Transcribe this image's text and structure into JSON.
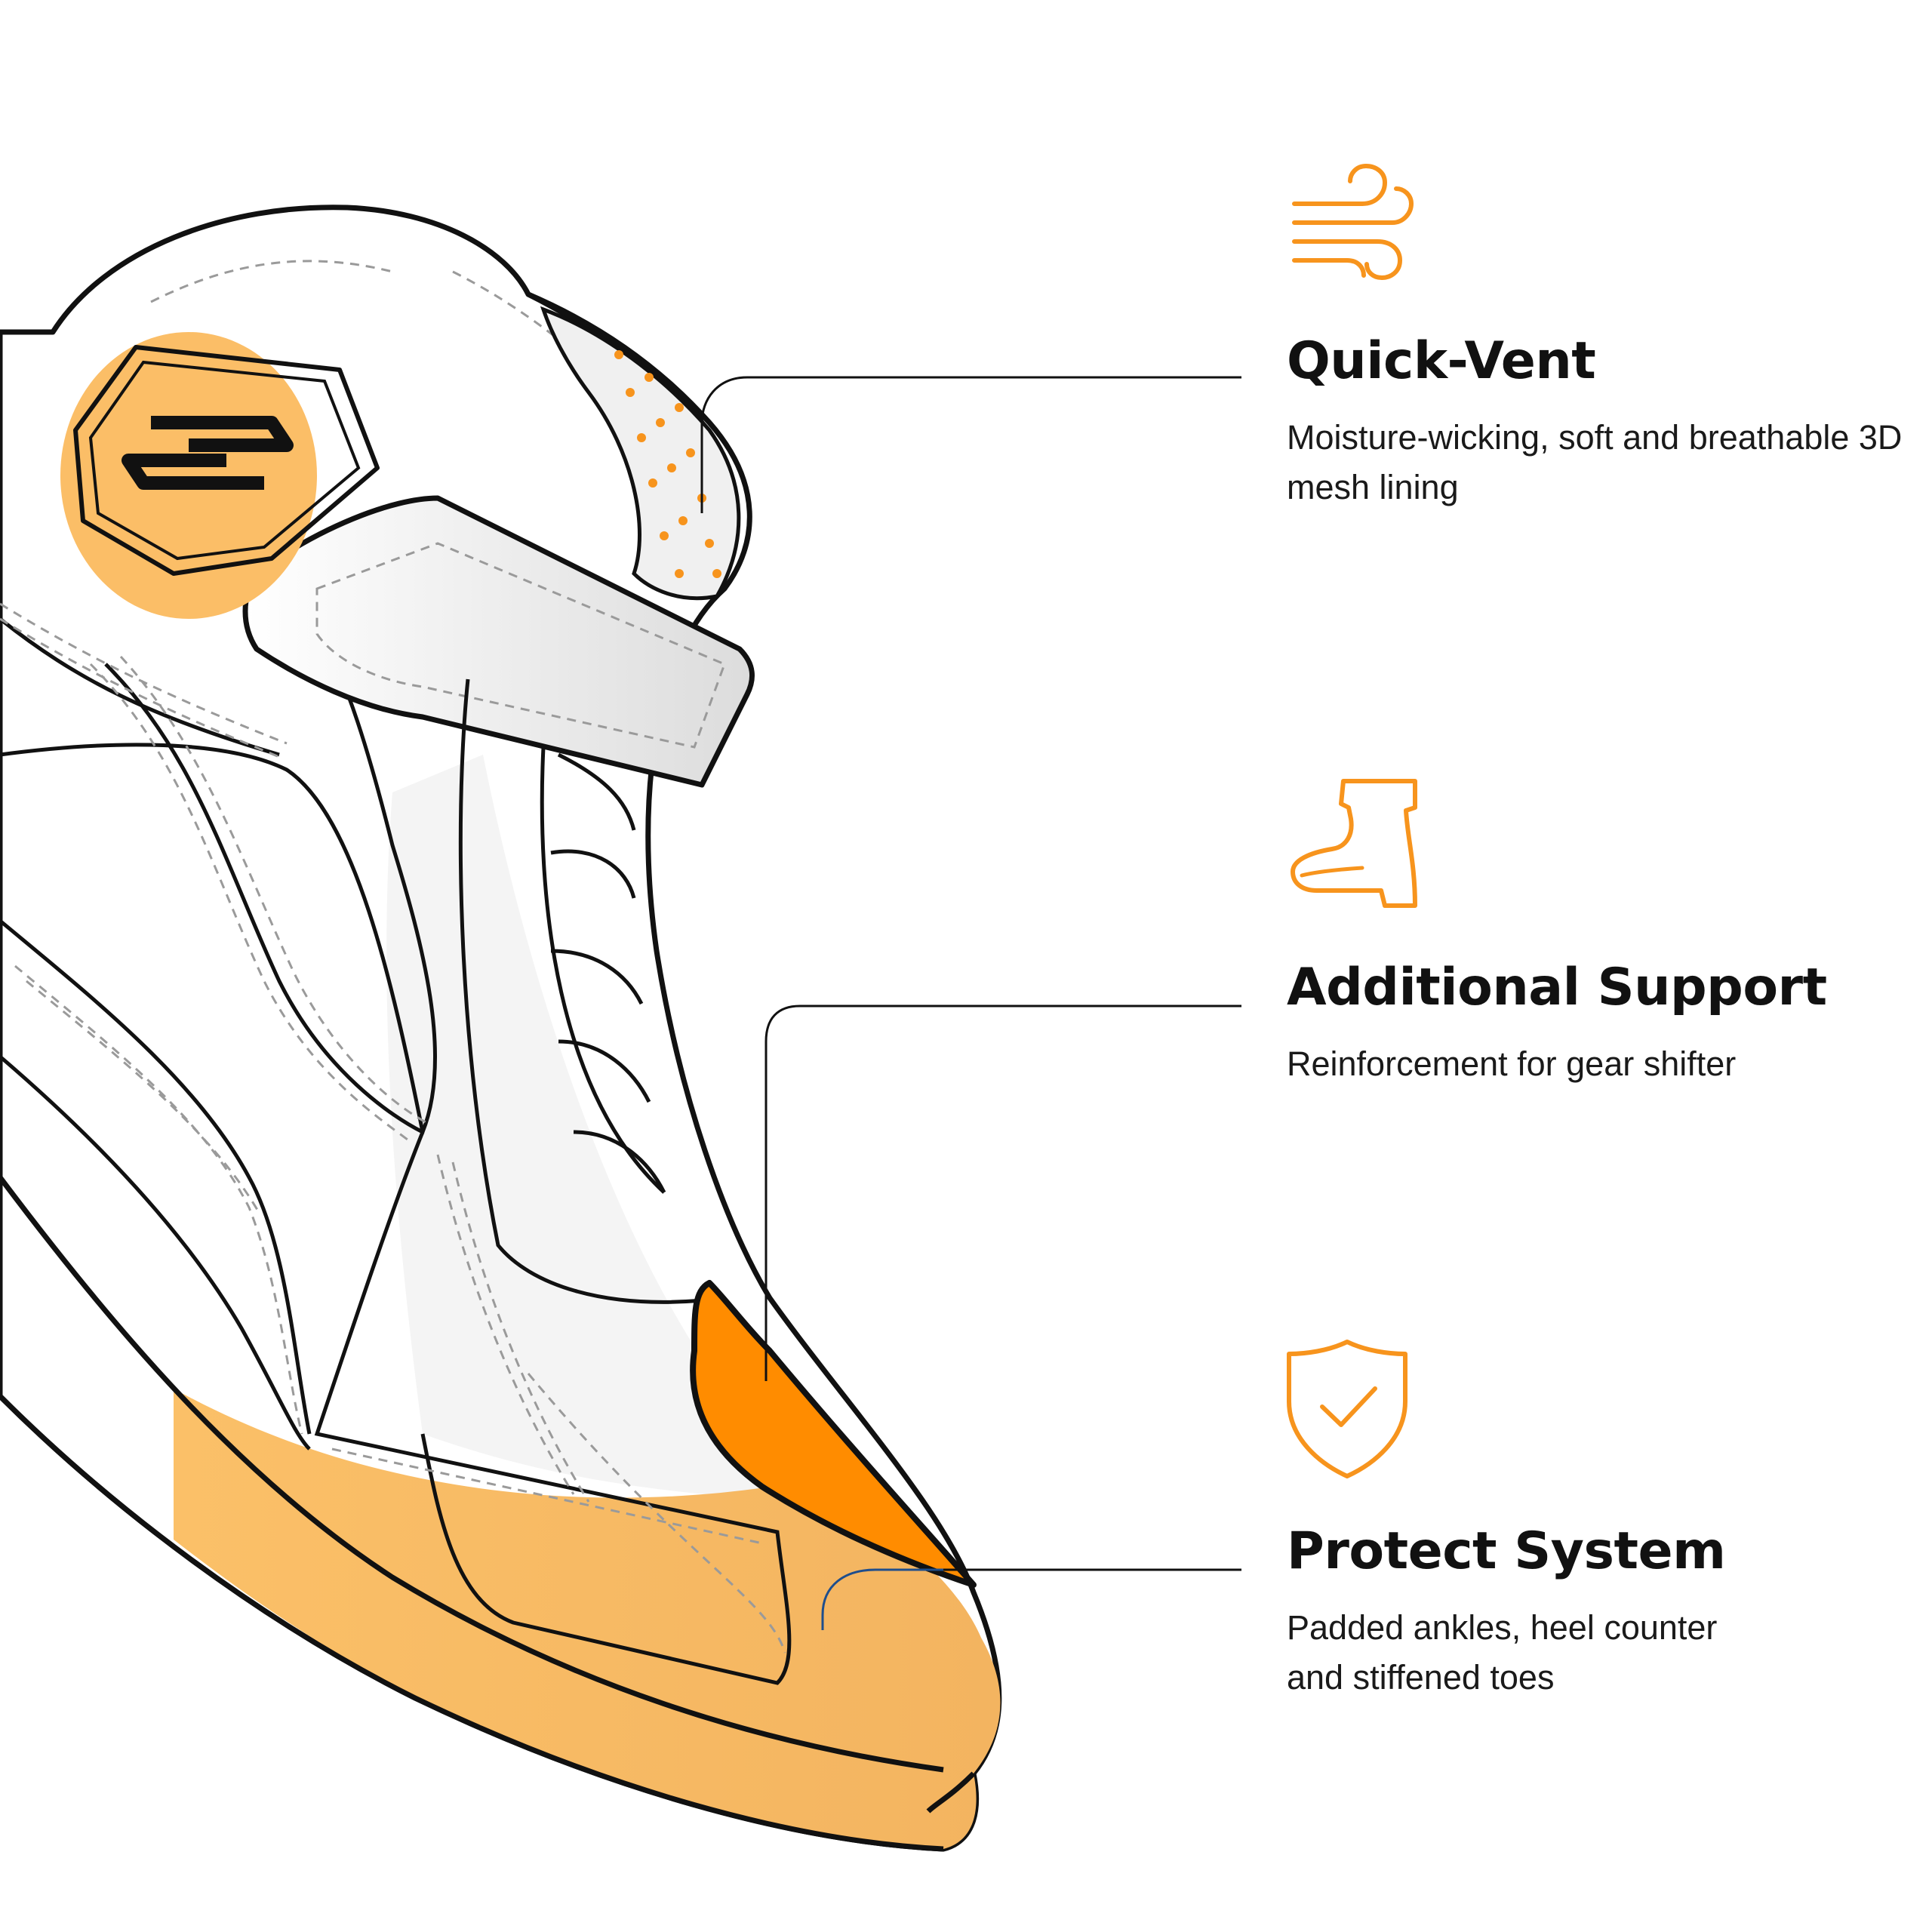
{
  "colors": {
    "accent": "#F7941D",
    "accent_light": "#FBBE67",
    "accent_deep": "#FF8C00",
    "outline": "#111111",
    "stitch": "#9a9a9a",
    "leader_blue": "#1f4e8c"
  },
  "features": [
    {
      "icon": "wind-icon",
      "title": "Quick-Vent",
      "description": "Moisture-wicking, soft and breathable 3D mesh lining"
    },
    {
      "icon": "boot-icon",
      "title": "Additional Support",
      "description": "Reinforcement for gear shifter"
    },
    {
      "icon": "shield-check-icon",
      "title": "Protect System",
      "description": "Padded ankles, heel counter and stiffened toes"
    }
  ]
}
